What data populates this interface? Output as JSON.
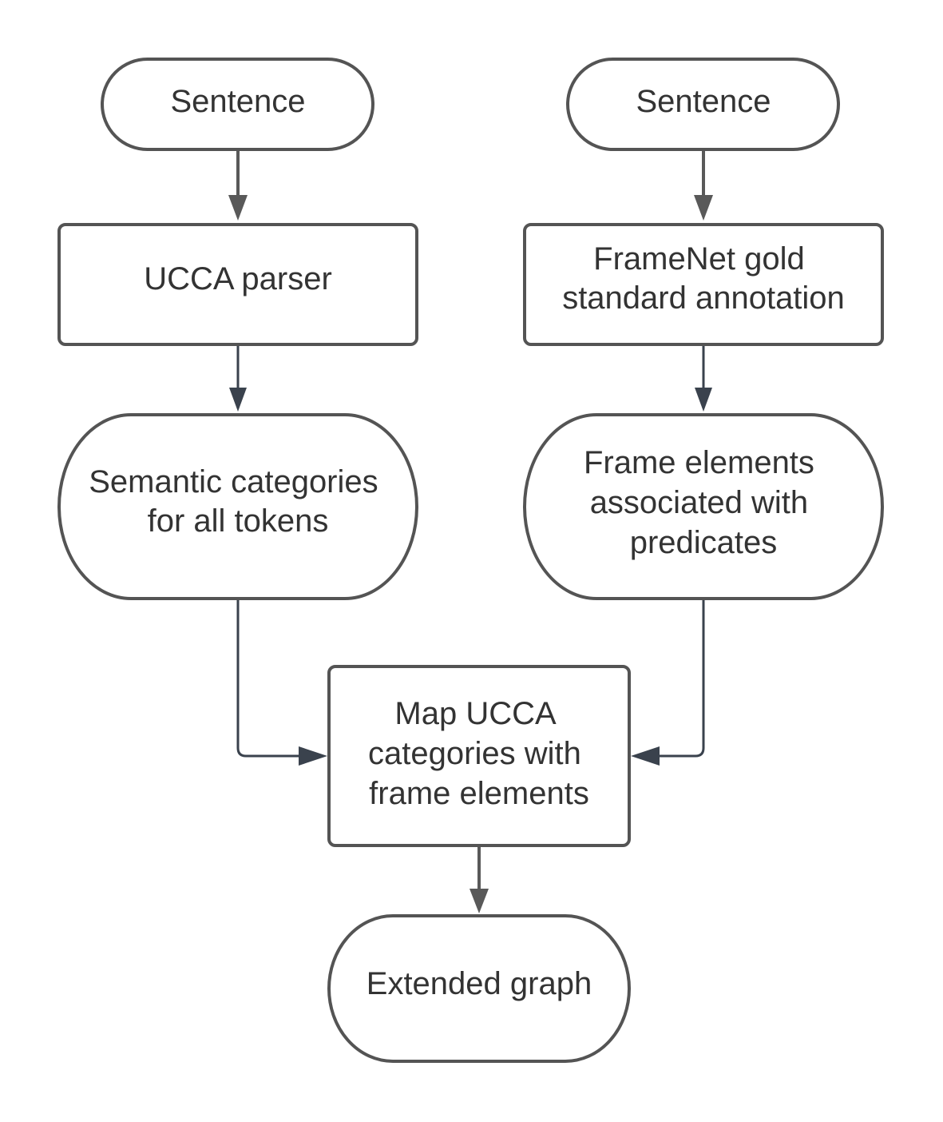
{
  "nodes": {
    "sentence_left": {
      "lines": [
        "Sentence"
      ],
      "shape": "terminal"
    },
    "sentence_right": {
      "lines": [
        "Sentence"
      ],
      "shape": "terminal"
    },
    "ucca_parser": {
      "lines": [
        "UCCA parser"
      ],
      "shape": "process"
    },
    "framenet_gold": {
      "lines": [
        "FrameNet gold",
        "standard annotation"
      ],
      "shape": "process"
    },
    "semantic_categories": {
      "lines": [
        "Semantic categories",
        "for all tokens"
      ],
      "shape": "terminal"
    },
    "frame_elements": {
      "lines": [
        "Frame elements",
        "associated with",
        "predicates"
      ],
      "shape": "terminal"
    },
    "map_ucca": {
      "lines": [
        "Map UCCA",
        "categories with",
        "frame elements"
      ],
      "shape": "process"
    },
    "extended_graph": {
      "lines": [
        "Extended graph"
      ],
      "shape": "terminal"
    }
  },
  "edges": [
    {
      "from": "sentence_left",
      "to": "ucca_parser"
    },
    {
      "from": "sentence_right",
      "to": "framenet_gold"
    },
    {
      "from": "ucca_parser",
      "to": "semantic_categories"
    },
    {
      "from": "framenet_gold",
      "to": "frame_elements"
    },
    {
      "from": "semantic_categories",
      "to": "map_ucca"
    },
    {
      "from": "frame_elements",
      "to": "map_ucca"
    },
    {
      "from": "map_ucca",
      "to": "extended_graph"
    }
  ],
  "colors": {
    "node_stroke": "#545454",
    "node_fill": "#ffffff",
    "text": "#333333",
    "edge": "#595959",
    "edge_dark": "#3a424d",
    "background": "#ffffff"
  }
}
